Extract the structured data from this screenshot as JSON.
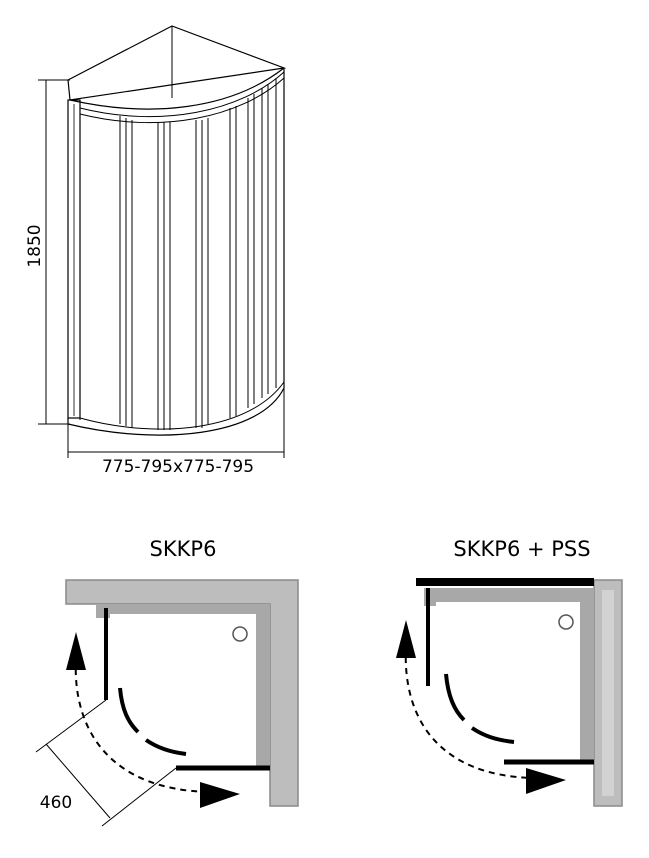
{
  "dimensions": {
    "height": "1850",
    "width": "775-795x775-795",
    "door_opening": "460"
  },
  "plans": {
    "left_title": "SKKP6",
    "right_title": "SKKP6 + PSS"
  },
  "colors": {
    "wall": "#bdbdbd",
    "wall_edge": "#8a8a8a",
    "glass": "#000000"
  }
}
